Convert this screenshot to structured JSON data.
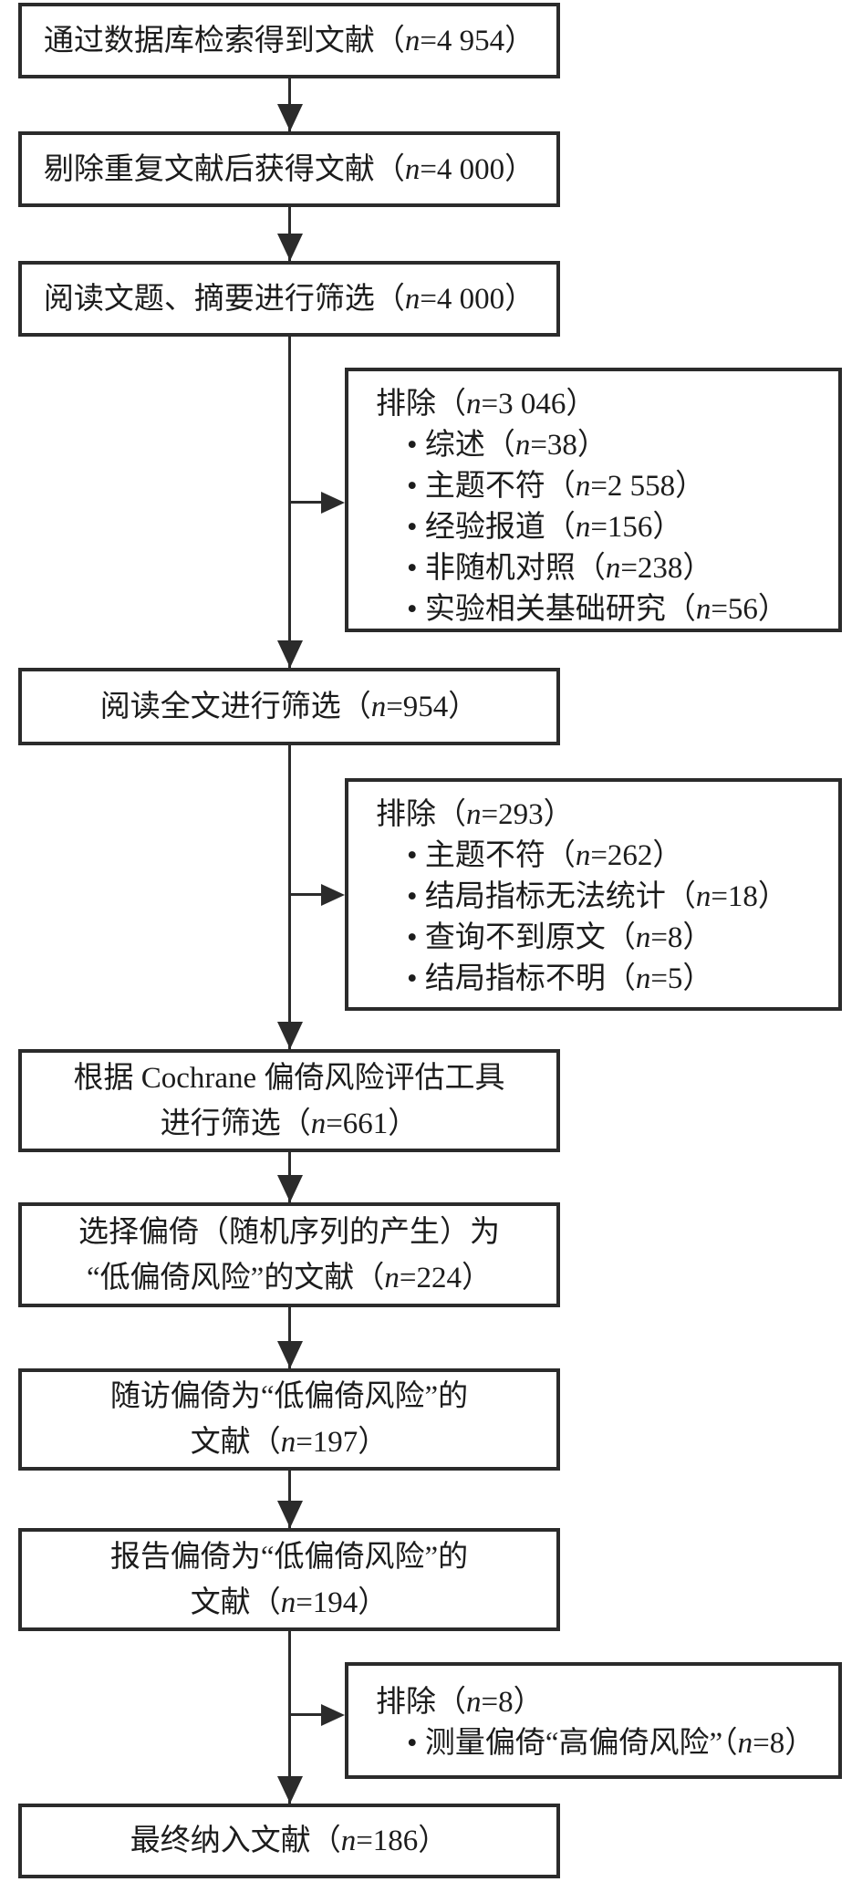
{
  "page": {
    "background": "#ffffff",
    "line_color": "#2b2b2b",
    "text_color": "#1c1c1c"
  },
  "flow": {
    "main_boxes": [
      {
        "id": "database-search",
        "lines": [
          "通过数据库检索得到文献（n=4 954）"
        ]
      },
      {
        "id": "dedupe",
        "lines": [
          "剔除重复文献后获得文献（n=4 000）"
        ]
      },
      {
        "id": "title-abstract",
        "lines": [
          "阅读文题、摘要进行筛选（n=4 000）"
        ]
      },
      {
        "id": "fulltext-screen",
        "lines": [
          "阅读全文进行筛选（n=954）"
        ]
      },
      {
        "id": "cochrane-tool",
        "lines": [
          "根据 Cochrane 偏倚风险评估工具",
          "进行筛选（n=661）"
        ]
      },
      {
        "id": "selection-bias",
        "lines": [
          "选择偏倚（随机序列的产生）为",
          "“低偏倚风险”的文献（n=224）"
        ]
      },
      {
        "id": "followup-bias",
        "lines": [
          "随访偏倚为“低偏倚风险”的",
          "文献（n=197）"
        ]
      },
      {
        "id": "reporting-bias",
        "lines": [
          "报告偏倚为“低偏倚风险”的",
          "文献（n=194）"
        ]
      },
      {
        "id": "final-included",
        "lines": [
          "最终纳入文献（n=186）"
        ]
      }
    ],
    "exclusion_boxes": [
      {
        "header": "排除（n=3 046）",
        "items": [
          "综述（n=38）",
          "主题不符（n=2 558）",
          "经验报道（n=156）",
          "非随机对照（n=238）",
          "实验相关基础研究（n=56）"
        ]
      },
      {
        "header": "排除（n=293）",
        "items": [
          "主题不符（n=262）",
          "结局指标无法统计（n=18）",
          "查询不到原文（n=8）",
          "结局指标不明（n=5）"
        ]
      },
      {
        "header": "排除（n=8）",
        "items": [
          "测量偏倚“高偏倚风险”（n=8）"
        ]
      }
    ]
  }
}
